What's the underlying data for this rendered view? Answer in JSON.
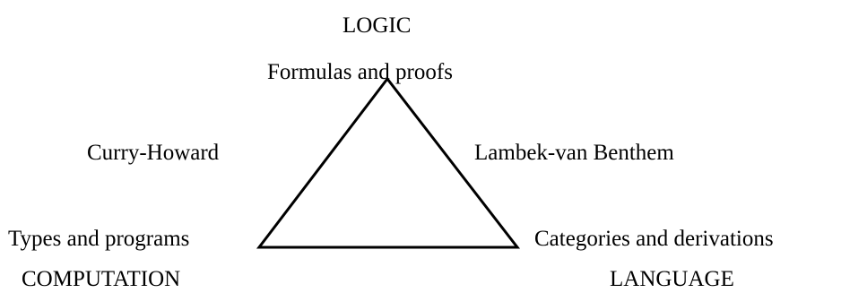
{
  "nodes": {
    "top": {
      "domain": "LOGIC",
      "concept": "Formulas and proofs"
    },
    "left": {
      "domain": "COMPUTATION",
      "concept": "Types and programs"
    },
    "right": {
      "domain": "LANGUAGE",
      "concept": "Categories and derivations"
    }
  },
  "edges": {
    "left": "Curry-Howard",
    "right": "Lambek-van Benthem"
  },
  "colors": {
    "line": "#000000",
    "text": "#000000",
    "background": "#ffffff"
  }
}
